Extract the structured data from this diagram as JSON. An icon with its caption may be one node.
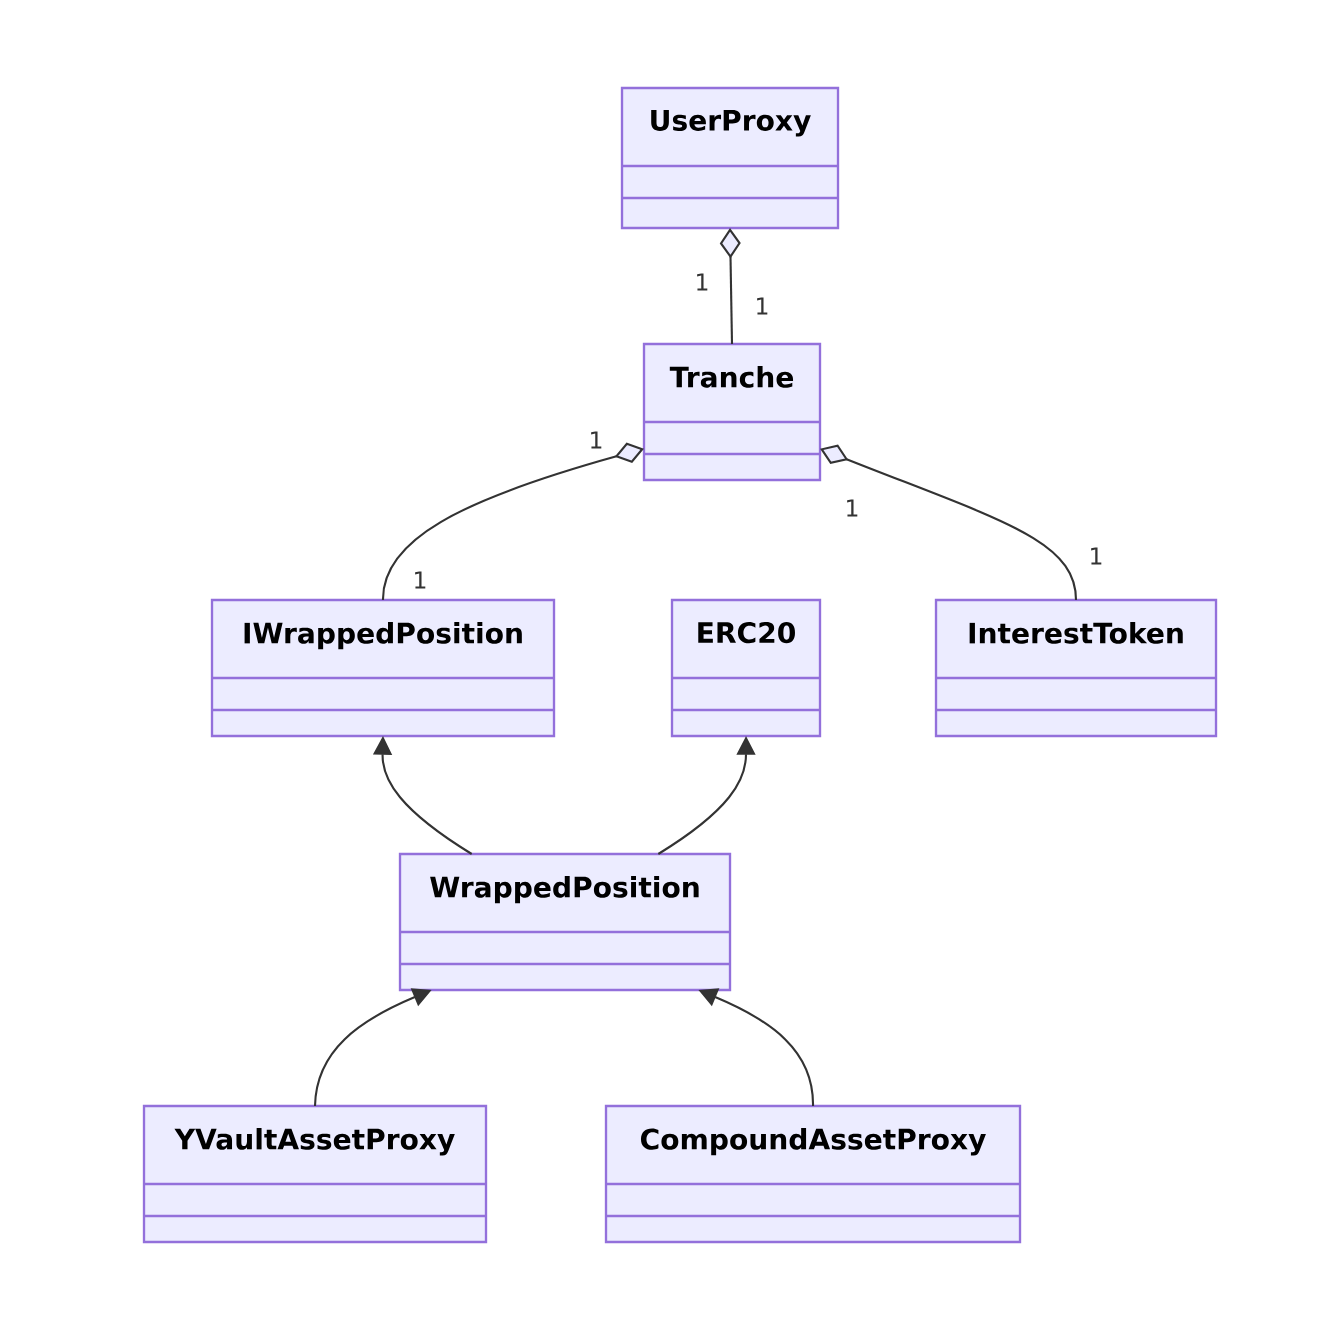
{
  "diagram": {
    "nodes": [
      {
        "text": [
          "UserProxy"
        ]
      },
      {
        "text": [
          "Tranche"
        ]
      },
      {
        "text": [
          "IWrappedPosition"
        ]
      },
      {
        "text": [
          "ERC20"
        ]
      },
      {
        "text": [
          "InterestToken"
        ]
      },
      {
        "text": [
          "WrappedPosition"
        ]
      },
      {
        "text": [
          "YVaultAssetProxy"
        ]
      },
      {
        "text": [
          "CompoundAssetProxy"
        ]
      }
    ],
    "edges": [
      {
        "from": 0,
        "to": 1,
        "arrow": "other"
      },
      {
        "from": 1,
        "to": 2,
        "arrow": "other"
      },
      {
        "from": 1,
        "to": 4,
        "arrow": "other"
      },
      {
        "from": 5,
        "to": 2,
        "arrow": "to"
      },
      {
        "from": 5,
        "to": 3,
        "arrow": "to"
      },
      {
        "from": 6,
        "to": 5,
        "arrow": "to"
      },
      {
        "from": 7,
        "to": 5,
        "arrow": "to"
      }
    ],
    "labels": [
      "1",
      "1",
      "1",
      "1",
      "1",
      "1"
    ]
  }
}
